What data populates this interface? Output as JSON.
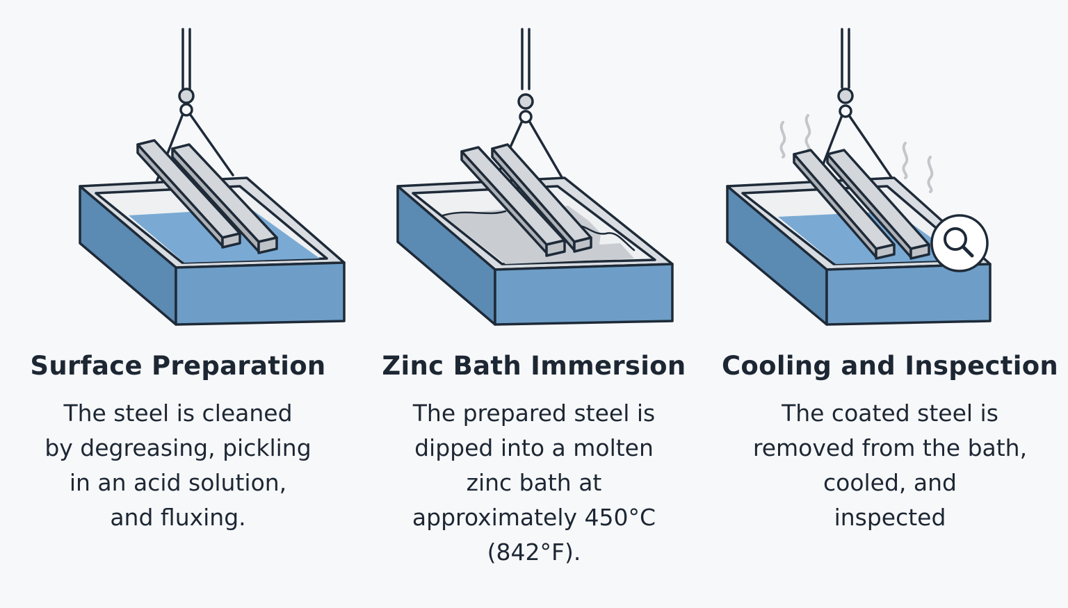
{
  "colors": {
    "tank_blue": "#6e9ec7",
    "tank_blue_dark": "#5b8ab3",
    "acid_blue": "#7aaad4",
    "zinc_gray": "#c9cdd2",
    "rim_gray": "#d9dde2",
    "steel": "#d3d6da",
    "outline": "#1e2a38",
    "steam": "#c3c6ca"
  },
  "steps": [
    {
      "title": "Surface Preparation",
      "description": "The steel is cleaned\nby degreasing, pickling\nin an acid solution,\nand fluxing.",
      "bath": "acid-bath"
    },
    {
      "title": "Zinc Bath Immersion",
      "description": "The prepared steel is\ndipped into a molten\nzinc bath at\napproximately 450°C\n(842°F).",
      "bath": "zinc-bath"
    },
    {
      "title": "Cooling and Inspection",
      "description": "The coated steel is\nremoved from the bath,\ncooled, and\ninspected",
      "bath": "cooling-bath",
      "icons": [
        "steam-icon",
        "magnifier-icon"
      ]
    }
  ]
}
